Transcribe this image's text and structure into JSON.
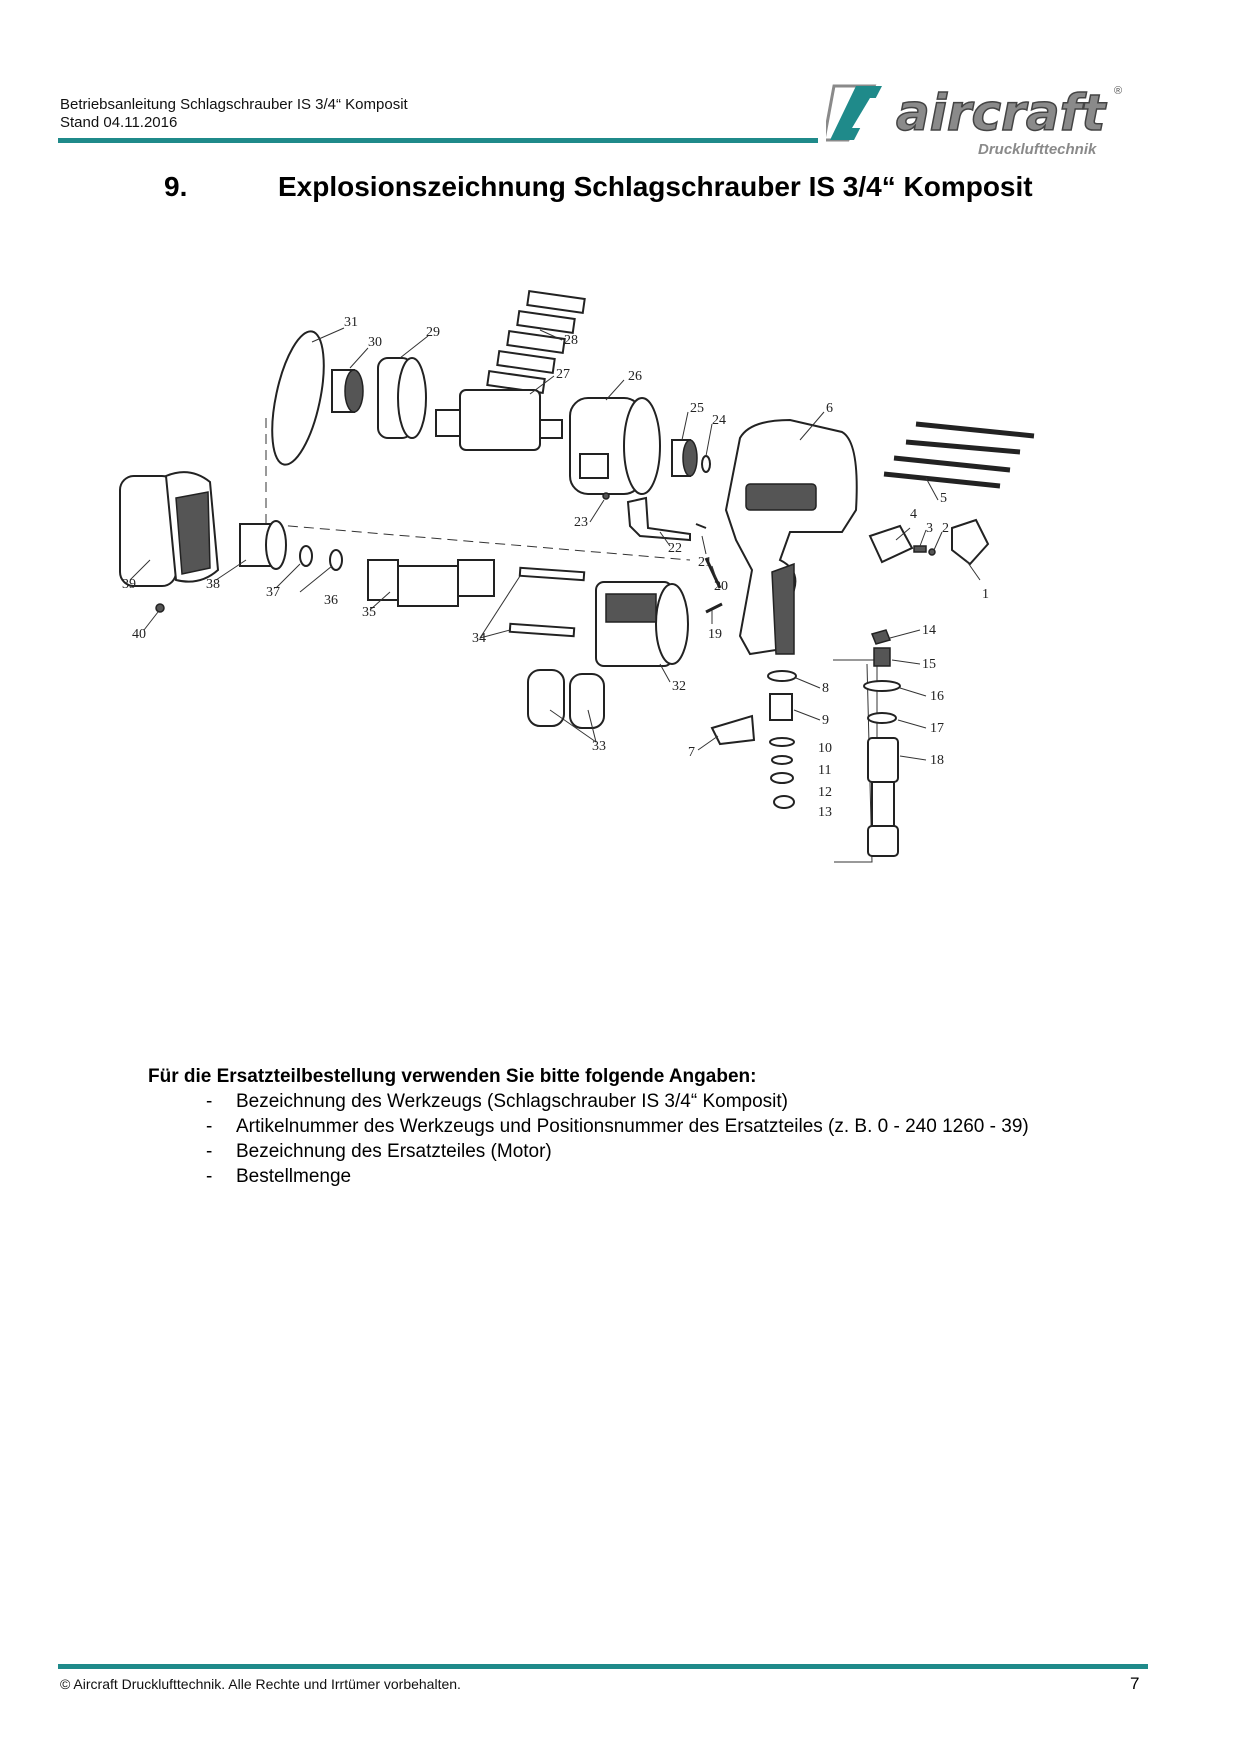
{
  "header": {
    "line1": "Betriebsanleitung Schlagschrauber IS 3/4“ Komposit",
    "line2": "Stand 04.11.2016"
  },
  "logo": {
    "wordmark": "aircraft",
    "registered": "®",
    "subline": "Drucklufttechnik",
    "brand_color": "#1f8a8a",
    "grey_color": "#8a8a8a"
  },
  "section": {
    "number": "9.",
    "title": "Explosionszeichnung Schlagschrauber IS 3/4“ Komposit"
  },
  "drawing": {
    "labels": [
      "1",
      "2",
      "3",
      "4",
      "5",
      "6",
      "7",
      "8",
      "9",
      "10",
      "11",
      "12",
      "13",
      "14",
      "15",
      "16",
      "17",
      "18",
      "19",
      "20",
      "21",
      "22",
      "23",
      "24",
      "25",
      "26",
      "27",
      "28",
      "29",
      "30",
      "31",
      "32",
      "33",
      "34",
      "35",
      "36",
      "37",
      "38",
      "39",
      "40"
    ]
  },
  "instructions": {
    "heading": "Für die Ersatzteilbestellung verwenden Sie  bitte folgende Angaben:",
    "items": [
      "Bezeichnung des Werkzeugs (Schlagschrauber IS 3/4“ Komposit)",
      "Artikelnummer des Werkzeugs und Positionsnummer des Ersatzteiles (z. B. 0 - 240 1260 - 39)",
      "Bezeichnung des Ersatzteiles (Motor)",
      "Bestellmenge"
    ],
    "bullet": "-"
  },
  "footer": {
    "copyright": "© Aircraft Drucklufttechnik. Alle Rechte und Irrtümer vorbehalten.",
    "page": "7"
  }
}
